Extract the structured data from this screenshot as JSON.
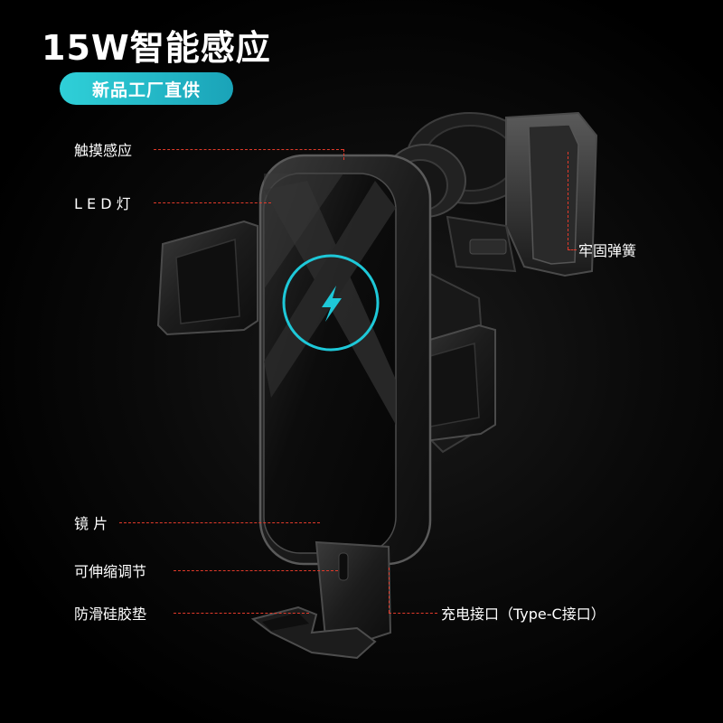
{
  "headline": "15W智能感应",
  "badge": "新品工厂直供",
  "labels": {
    "touch_sensor": "触摸感应",
    "led_light": "L E D 灯",
    "mirror": "镜 片",
    "adjustable": "可伸缩调节",
    "pad": "防滑硅胶垫",
    "spring": "牢固弹簧",
    "charging_port": "充电接口（Type-C接口）"
  },
  "colors": {
    "accent": "#2fd0d8",
    "callout_line": "#e23a2a",
    "charging_ring": "#1ec8d8"
  },
  "icons": [
    "lightning-icon"
  ]
}
